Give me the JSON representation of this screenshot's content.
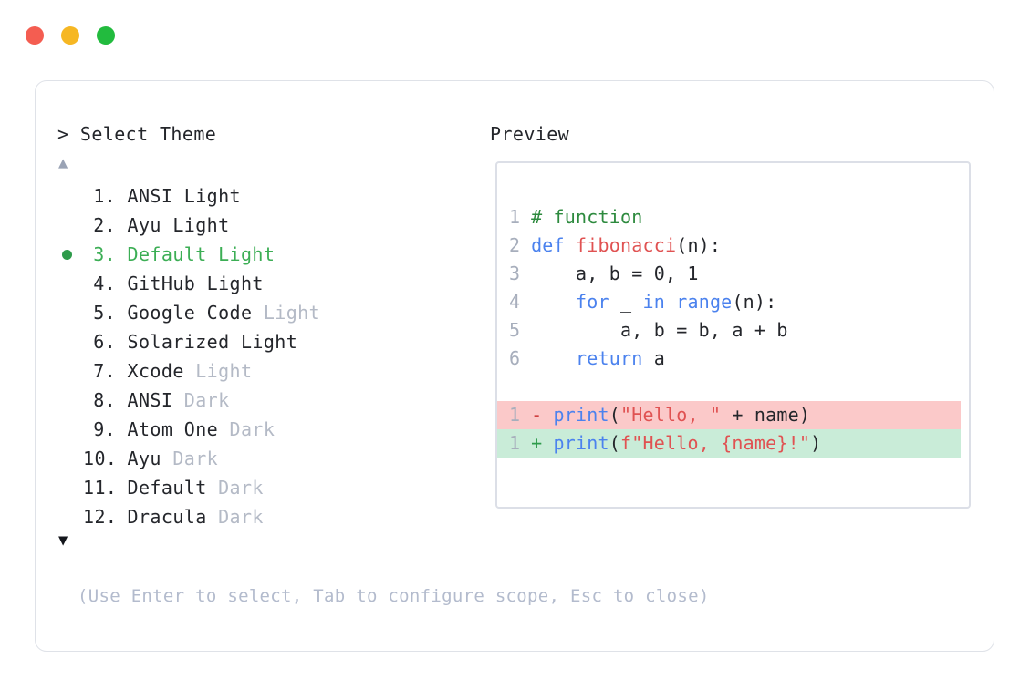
{
  "window": {
    "dots": [
      {
        "name": "close",
        "color": "#f45d51"
      },
      {
        "name": "minimize",
        "color": "#f6b723"
      },
      {
        "name": "maximize",
        "color": "#22bb3e"
      }
    ]
  },
  "left": {
    "prompt_marker": ">",
    "prompt_title": "Select Theme",
    "scroll_up_glyph": "▲",
    "scroll_down_glyph": "▼",
    "selected_index": 3,
    "accent_color": "#3cae55",
    "muted_color": "#b4bac6",
    "items": [
      {
        "num": "1.",
        "name": "ANSI",
        "suffix": "Light",
        "suffix_muted": false,
        "selected": false
      },
      {
        "num": "2.",
        "name": "Ayu",
        "suffix": "Light",
        "suffix_muted": false,
        "selected": false
      },
      {
        "num": "3.",
        "name": "Default",
        "suffix": "Light",
        "suffix_muted": false,
        "selected": true
      },
      {
        "num": "4.",
        "name": "GitHub",
        "suffix": "Light",
        "suffix_muted": false,
        "selected": false
      },
      {
        "num": "5.",
        "name": "Google Code",
        "suffix": "Light",
        "suffix_muted": true,
        "selected": false
      },
      {
        "num": "6.",
        "name": "Solarized",
        "suffix": "Light",
        "suffix_muted": false,
        "selected": false
      },
      {
        "num": "7.",
        "name": "Xcode",
        "suffix": "Light",
        "suffix_muted": true,
        "selected": false
      },
      {
        "num": "8.",
        "name": "ANSI",
        "suffix": "Dark",
        "suffix_muted": true,
        "selected": false
      },
      {
        "num": "9.",
        "name": "Atom One",
        "suffix": "Dark",
        "suffix_muted": true,
        "selected": false
      },
      {
        "num": "10.",
        "name": "Ayu",
        "suffix": "Dark",
        "suffix_muted": true,
        "selected": false
      },
      {
        "num": "11.",
        "name": "Default",
        "suffix": "Dark",
        "suffix_muted": true,
        "selected": false
      },
      {
        "num": "12.",
        "name": "Dracula",
        "suffix": "Dark",
        "suffix_muted": true,
        "selected": false
      }
    ],
    "hint": "(Use Enter to select, Tab to configure scope, Esc to close)"
  },
  "right": {
    "label": "Preview",
    "code_lines": [
      {
        "num": "1",
        "tokens": [
          {
            "text": "# function",
            "type": "comment"
          }
        ]
      },
      {
        "num": "2",
        "tokens": [
          {
            "text": "def ",
            "type": "kw"
          },
          {
            "text": "fibonacci",
            "type": "fn"
          },
          {
            "text": "(n):",
            "type": "plain"
          }
        ]
      },
      {
        "num": "3",
        "tokens": [
          {
            "text": "    a, b = 0, 1",
            "type": "plain"
          }
        ]
      },
      {
        "num": "4",
        "tokens": [
          {
            "text": "    ",
            "type": "plain"
          },
          {
            "text": "for",
            "type": "kw"
          },
          {
            "text": " _ ",
            "type": "plain"
          },
          {
            "text": "in range",
            "type": "kw"
          },
          {
            "text": "(n):",
            "type": "plain"
          }
        ]
      },
      {
        "num": "5",
        "tokens": [
          {
            "text": "        a, b = b, a + b",
            "type": "plain"
          }
        ]
      },
      {
        "num": "6",
        "tokens": [
          {
            "text": "    ",
            "type": "plain"
          },
          {
            "text": "return",
            "type": "kw"
          },
          {
            "text": " a",
            "type": "plain"
          }
        ]
      }
    ],
    "diff_lines": [
      {
        "num": "1",
        "sign": "-",
        "kind": "del",
        "bg": "#fbc9c9",
        "tokens": [
          {
            "text": "print",
            "type": "kw"
          },
          {
            "text": "(",
            "type": "plain"
          },
          {
            "text": "\"Hello, \"",
            "type": "str"
          },
          {
            "text": " + name)",
            "type": "plain"
          }
        ]
      },
      {
        "num": "1",
        "sign": "+",
        "kind": "add",
        "bg": "#c9ecd8",
        "tokens": [
          {
            "text": "print",
            "type": "kw"
          },
          {
            "text": "(",
            "type": "plain"
          },
          {
            "text": "f\"Hello, {name}!\"",
            "type": "str"
          },
          {
            "text": ")",
            "type": "plain"
          }
        ]
      }
    ]
  }
}
